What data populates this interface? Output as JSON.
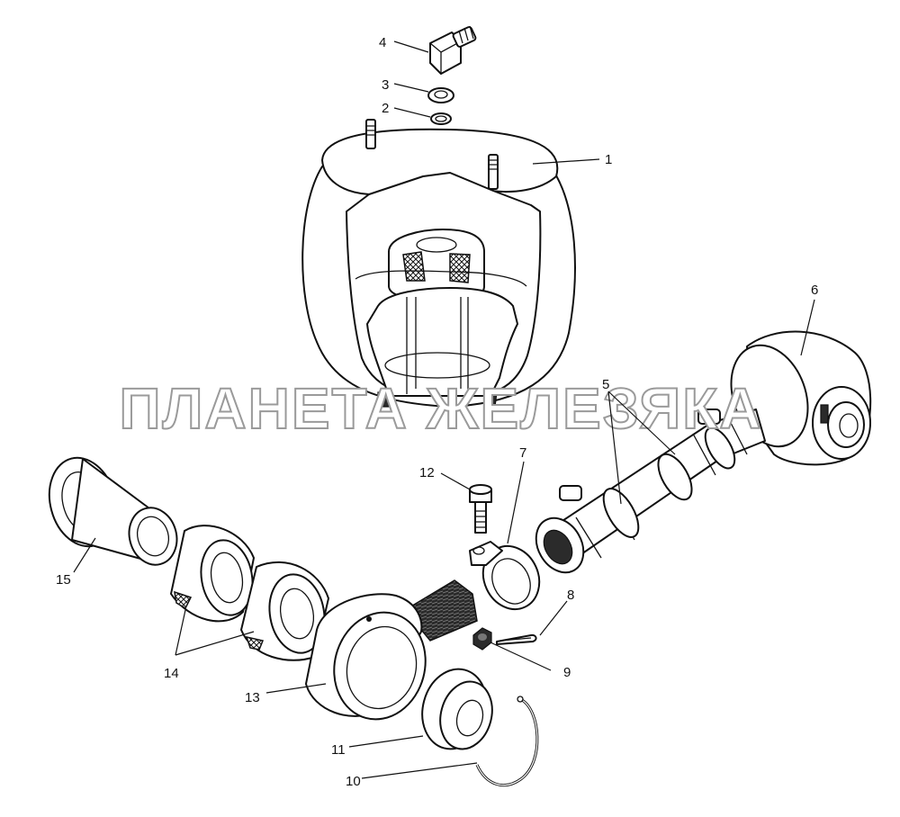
{
  "watermark": "ПЛАНЕТА ЖЕЛЕЗЯКА",
  "callouts": {
    "c1": "1",
    "c2": "2",
    "c3": "3",
    "c4": "4",
    "c5": "5",
    "c6": "6",
    "c7": "7",
    "c8": "8",
    "c9": "9",
    "c10": "10",
    "c11": "11",
    "c12": "12",
    "c13": "13",
    "c14": "14",
    "c15": "15"
  }
}
